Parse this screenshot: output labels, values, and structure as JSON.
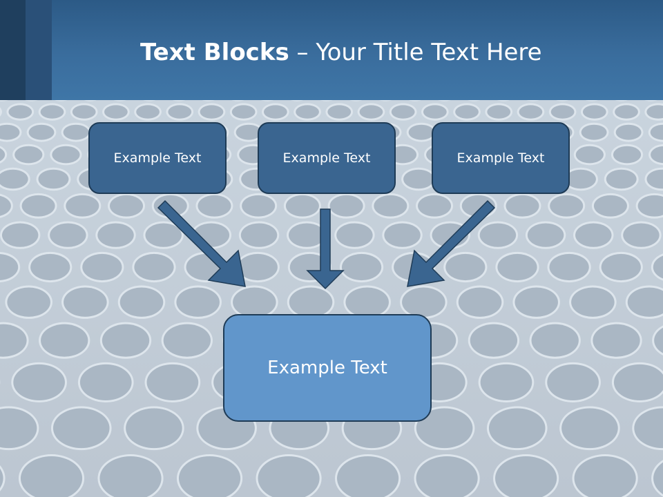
{
  "title": {
    "bold": "Text Blocks",
    "dash": " – ",
    "rest": "Your Title Text Here"
  },
  "boxes": [
    "Example Text",
    "Example Text",
    "Example Text"
  ],
  "main_box": "Example Text",
  "colors": {
    "header": "#3a6d9d",
    "box_dark": "#3a6590",
    "box_main": "#6196cb",
    "arrow": "#3a6590",
    "border": "#1e3b56"
  }
}
